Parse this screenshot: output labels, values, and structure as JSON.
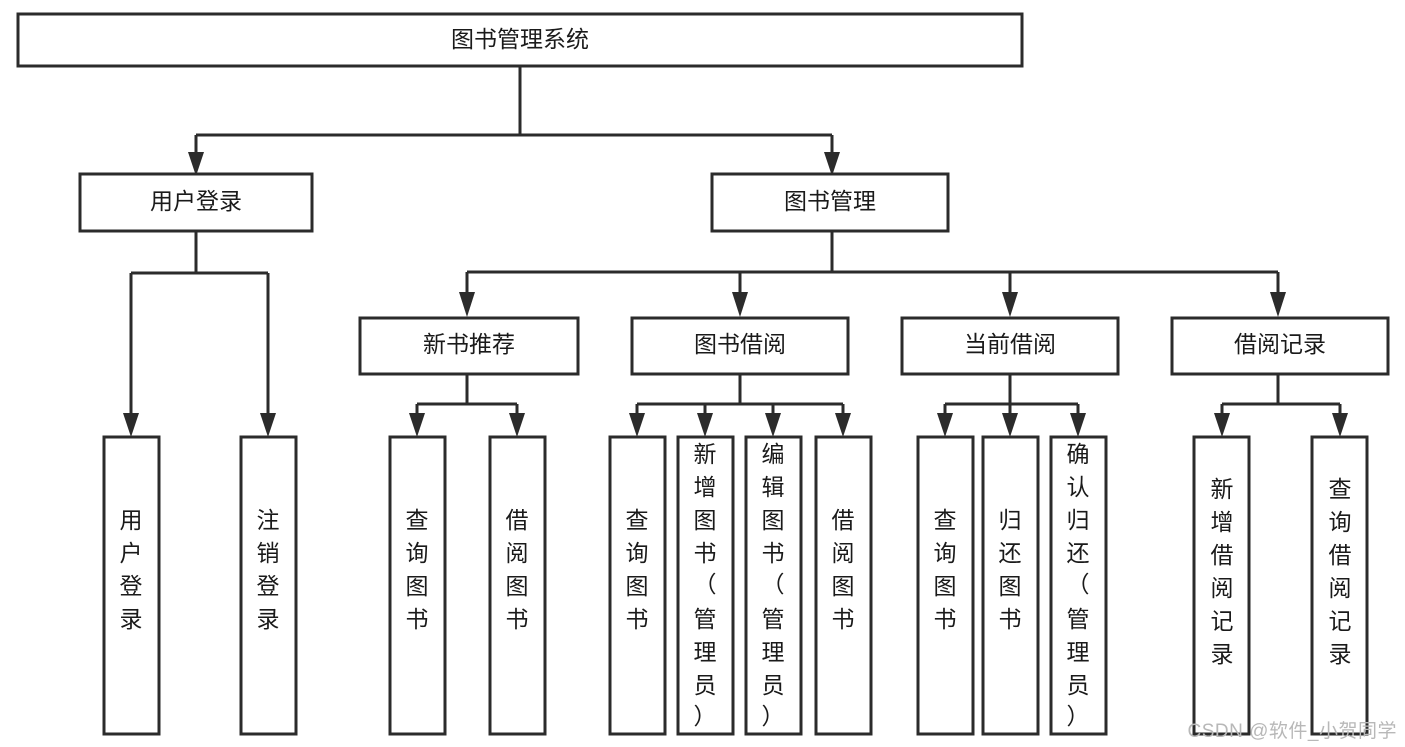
{
  "diagram": {
    "title": "图书管理系统",
    "watermark": "CSDN @软件_小贺同学",
    "type": "tree-hierarchy-diagram",
    "orientation": "top-down",
    "colors": {
      "box_stroke": "#2b2b2b",
      "box_fill": "#ffffff",
      "connector": "#2b2b2b",
      "text": "#1a1a1a",
      "background": "#ffffff",
      "watermark": "#b8b8b8"
    },
    "nodes": {
      "root": {
        "label": "图书管理系统",
        "level": 0
      },
      "l1_a": {
        "label": "用户登录",
        "level": 1
      },
      "l1_b": {
        "label": "图书管理",
        "level": 1
      },
      "l2_a": {
        "label": "新书推荐",
        "level": 2
      },
      "l2_b": {
        "label": "图书借阅",
        "level": 2
      },
      "l2_c": {
        "label": "当前借阅",
        "level": 2
      },
      "l2_d": {
        "label": "借阅记录",
        "level": 2
      },
      "leaf_1": {
        "label": "用户登录",
        "level": 3
      },
      "leaf_2": {
        "label": "注销登录",
        "level": 3
      },
      "leaf_3": {
        "label": "查询图书",
        "level": 3
      },
      "leaf_4": {
        "label": "借阅图书",
        "level": 3
      },
      "leaf_5": {
        "label": "查询图书",
        "level": 3
      },
      "leaf_6": {
        "label": "新增图书（管理员）",
        "level": 3
      },
      "leaf_7": {
        "label": "编辑图书（管理员）",
        "level": 3
      },
      "leaf_8": {
        "label": "借阅图书",
        "level": 3
      },
      "leaf_9": {
        "label": "查询图书",
        "level": 3
      },
      "leaf_10": {
        "label": "归还图书",
        "level": 3
      },
      "leaf_11": {
        "label": "确认归还（管理员）",
        "level": 3
      },
      "leaf_12": {
        "label": "新增借阅记录",
        "level": 3
      },
      "leaf_13": {
        "label": "查询借阅记录",
        "level": 3
      }
    },
    "edges": [
      {
        "from": "root",
        "to": "l1_a"
      },
      {
        "from": "root",
        "to": "l1_b"
      },
      {
        "from": "l1_a",
        "to": "leaf_1"
      },
      {
        "from": "l1_a",
        "to": "leaf_2"
      },
      {
        "from": "l1_b",
        "to": "l2_a"
      },
      {
        "from": "l1_b",
        "to": "l2_b"
      },
      {
        "from": "l1_b",
        "to": "l2_c"
      },
      {
        "from": "l1_b",
        "to": "l2_d"
      },
      {
        "from": "l2_a",
        "to": "leaf_3"
      },
      {
        "from": "l2_a",
        "to": "leaf_4"
      },
      {
        "from": "l2_b",
        "to": "leaf_5"
      },
      {
        "from": "l2_b",
        "to": "leaf_6"
      },
      {
        "from": "l2_b",
        "to": "leaf_7"
      },
      {
        "from": "l2_b",
        "to": "leaf_8"
      },
      {
        "from": "l2_c",
        "to": "leaf_9"
      },
      {
        "from": "l2_c",
        "to": "leaf_10"
      },
      {
        "from": "l2_c",
        "to": "leaf_11"
      },
      {
        "from": "l2_d",
        "to": "leaf_12"
      },
      {
        "from": "l2_d",
        "to": "leaf_13"
      }
    ]
  }
}
